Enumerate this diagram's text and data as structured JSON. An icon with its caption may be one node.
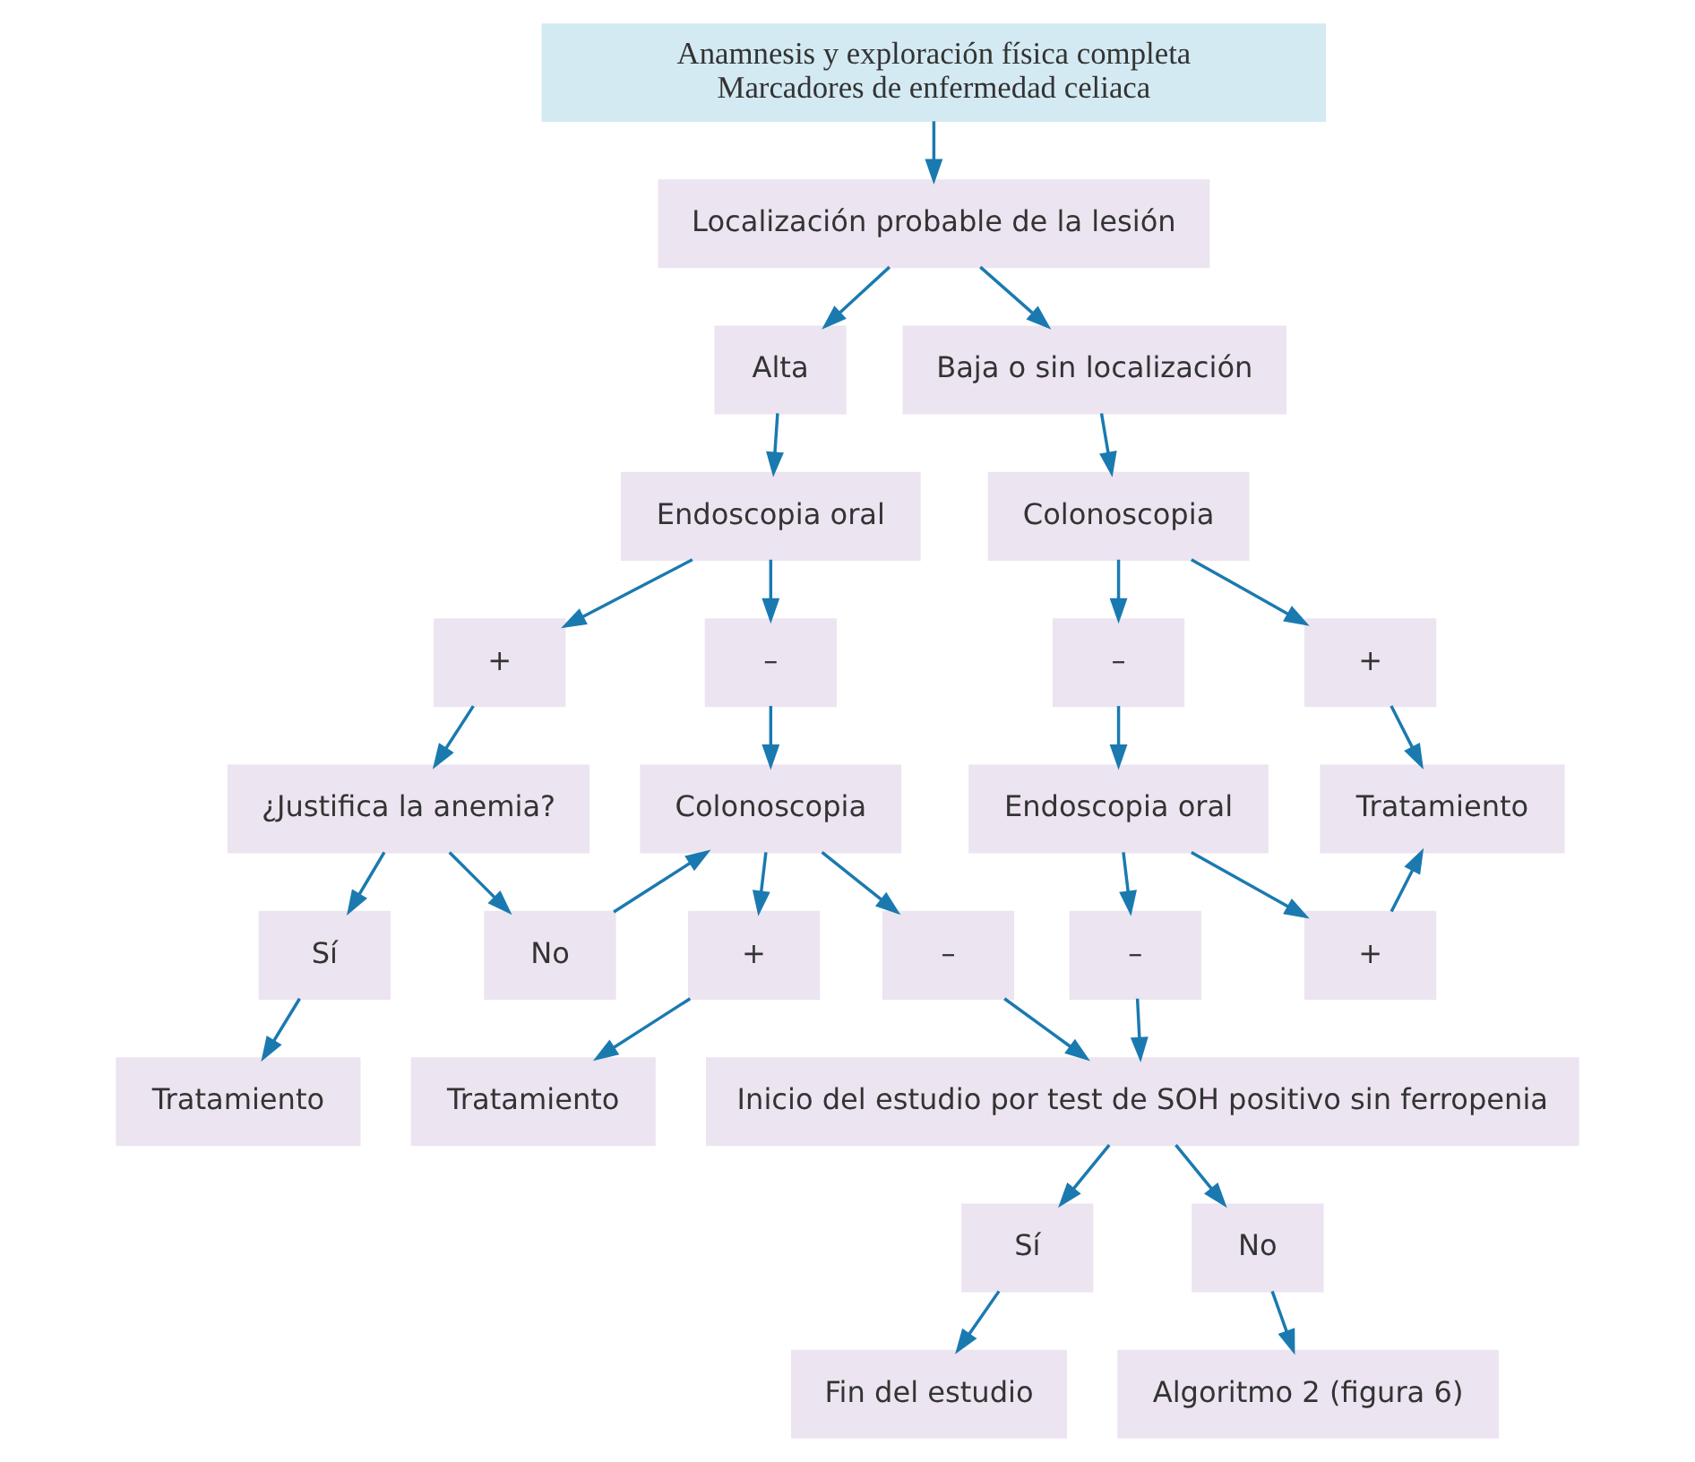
{
  "diagram": {
    "nodes": [
      {
        "text": [
          "Anamnesis y exploración física completa",
          "Marcadores de enfermedad celiaca"
        ]
      },
      {
        "text": [
          "Localización probable de la lesión"
        ]
      },
      {
        "text": [
          "Alta"
        ]
      },
      {
        "text": [
          "Baja o sin localización"
        ]
      },
      {
        "text": [
          "Endoscopia oral"
        ]
      },
      {
        "text": [
          "Colonoscopia"
        ]
      },
      {
        "text": [
          "+"
        ]
      },
      {
        "text": [
          "–"
        ]
      },
      {
        "text": [
          "–"
        ]
      },
      {
        "text": [
          "+"
        ]
      },
      {
        "text": [
          "¿Justifica la anemia?"
        ]
      },
      {
        "text": [
          "Colonoscopia"
        ]
      },
      {
        "text": [
          "Endoscopia oral"
        ]
      },
      {
        "text": [
          "Tratamiento"
        ]
      },
      {
        "text": [
          "Sí"
        ]
      },
      {
        "text": [
          "No"
        ]
      },
      {
        "text": [
          "+"
        ]
      },
      {
        "text": [
          "–"
        ]
      },
      {
        "text": [
          "–"
        ]
      },
      {
        "text": [
          "+"
        ]
      },
      {
        "text": [
          "Tratamiento"
        ]
      },
      {
        "text": [
          "Tratamiento"
        ]
      },
      {
        "text": [
          "Inicio del estudio por test de SOH positivo sin ferropenia"
        ]
      },
      {
        "text": [
          "Sí"
        ]
      },
      {
        "text": [
          "No"
        ]
      },
      {
        "text": [
          "Fin del estudio"
        ]
      },
      {
        "text": [
          "Algoritmo 2 (figura 6)"
        ]
      }
    ],
    "edges": [
      {
        "from": 0,
        "to": 1,
        "arrow": "to"
      },
      {
        "from": 1,
        "to": 2,
        "arrow": "to"
      },
      {
        "from": 1,
        "to": 3,
        "arrow": "to"
      },
      {
        "from": 2,
        "to": 4,
        "arrow": "to"
      },
      {
        "from": 3,
        "to": 5,
        "arrow": "to"
      },
      {
        "from": 4,
        "to": 6,
        "arrow": "to"
      },
      {
        "from": 4,
        "to": 7,
        "arrow": "to"
      },
      {
        "from": 5,
        "to": 8,
        "arrow": "to"
      },
      {
        "from": 5,
        "to": 9,
        "arrow": "to"
      },
      {
        "from": 6,
        "to": 10,
        "arrow": "to"
      },
      {
        "from": 7,
        "to": 11,
        "arrow": "to"
      },
      {
        "from": 8,
        "to": 12,
        "arrow": "to"
      },
      {
        "from": 9,
        "to": 13,
        "arrow": "to"
      },
      {
        "from": 10,
        "to": 14,
        "arrow": "to"
      },
      {
        "from": 10,
        "to": 15,
        "arrow": "to"
      },
      {
        "from": 15,
        "to": 11,
        "arrow": "to"
      },
      {
        "from": 11,
        "to": 16,
        "arrow": "to"
      },
      {
        "from": 11,
        "to": 17,
        "arrow": "to"
      },
      {
        "from": 12,
        "to": 18,
        "arrow": "to"
      },
      {
        "from": 12,
        "to": 19,
        "arrow": "to"
      },
      {
        "from": 19,
        "to": 13,
        "arrow": "to"
      },
      {
        "from": 14,
        "to": 20,
        "arrow": "to"
      },
      {
        "from": 16,
        "to": 21,
        "arrow": "to"
      },
      {
        "from": 17,
        "to": 22,
        "arrow": "to"
      },
      {
        "from": 18,
        "to": 22,
        "arrow": "to"
      },
      {
        "from": 22,
        "to": 23,
        "arrow": "to"
      },
      {
        "from": 22,
        "to": 24,
        "arrow": "to"
      },
      {
        "from": 23,
        "to": 25,
        "arrow": "to"
      },
      {
        "from": 24,
        "to": 26,
        "arrow": "to"
      }
    ]
  }
}
